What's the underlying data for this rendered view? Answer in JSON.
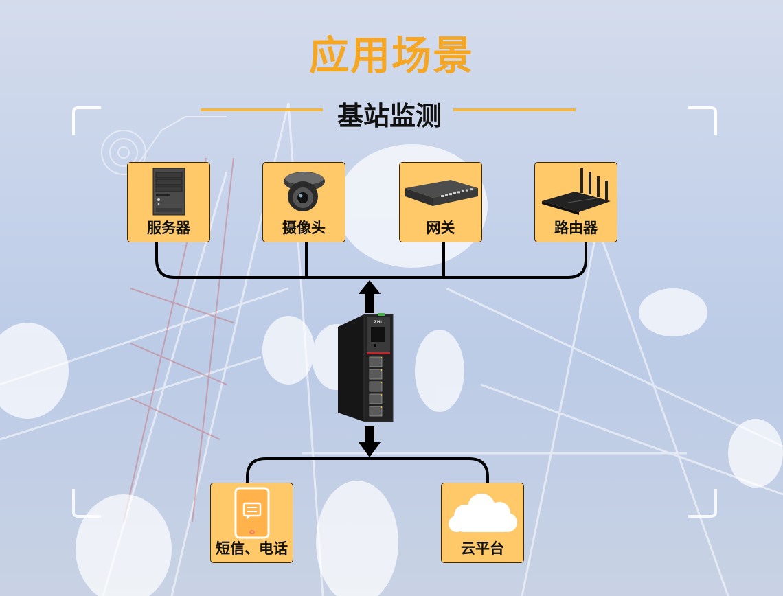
{
  "header": {
    "title": "应用场景",
    "subtitle": "基站监测"
  },
  "colors": {
    "title": "#f5a623",
    "accent_line": "#f0b84a",
    "card_fill": "#ffc96a",
    "connector": "#000000"
  },
  "top_devices": [
    {
      "label": "服务器",
      "icon": "server-tower-icon"
    },
    {
      "label": "摄像头",
      "icon": "dome-camera-icon"
    },
    {
      "label": "网关",
      "icon": "network-switch-icon"
    },
    {
      "label": "路由器",
      "icon": "wifi-router-icon"
    }
  ],
  "center_device": {
    "label": "ZHL",
    "icon": "industrial-ethernet-switch-icon",
    "port_count": 5
  },
  "bottom_targets": [
    {
      "label": "短信、电话",
      "icon": "phone-message-icon"
    },
    {
      "label": "云平台",
      "icon": "cloud-icon"
    }
  ]
}
